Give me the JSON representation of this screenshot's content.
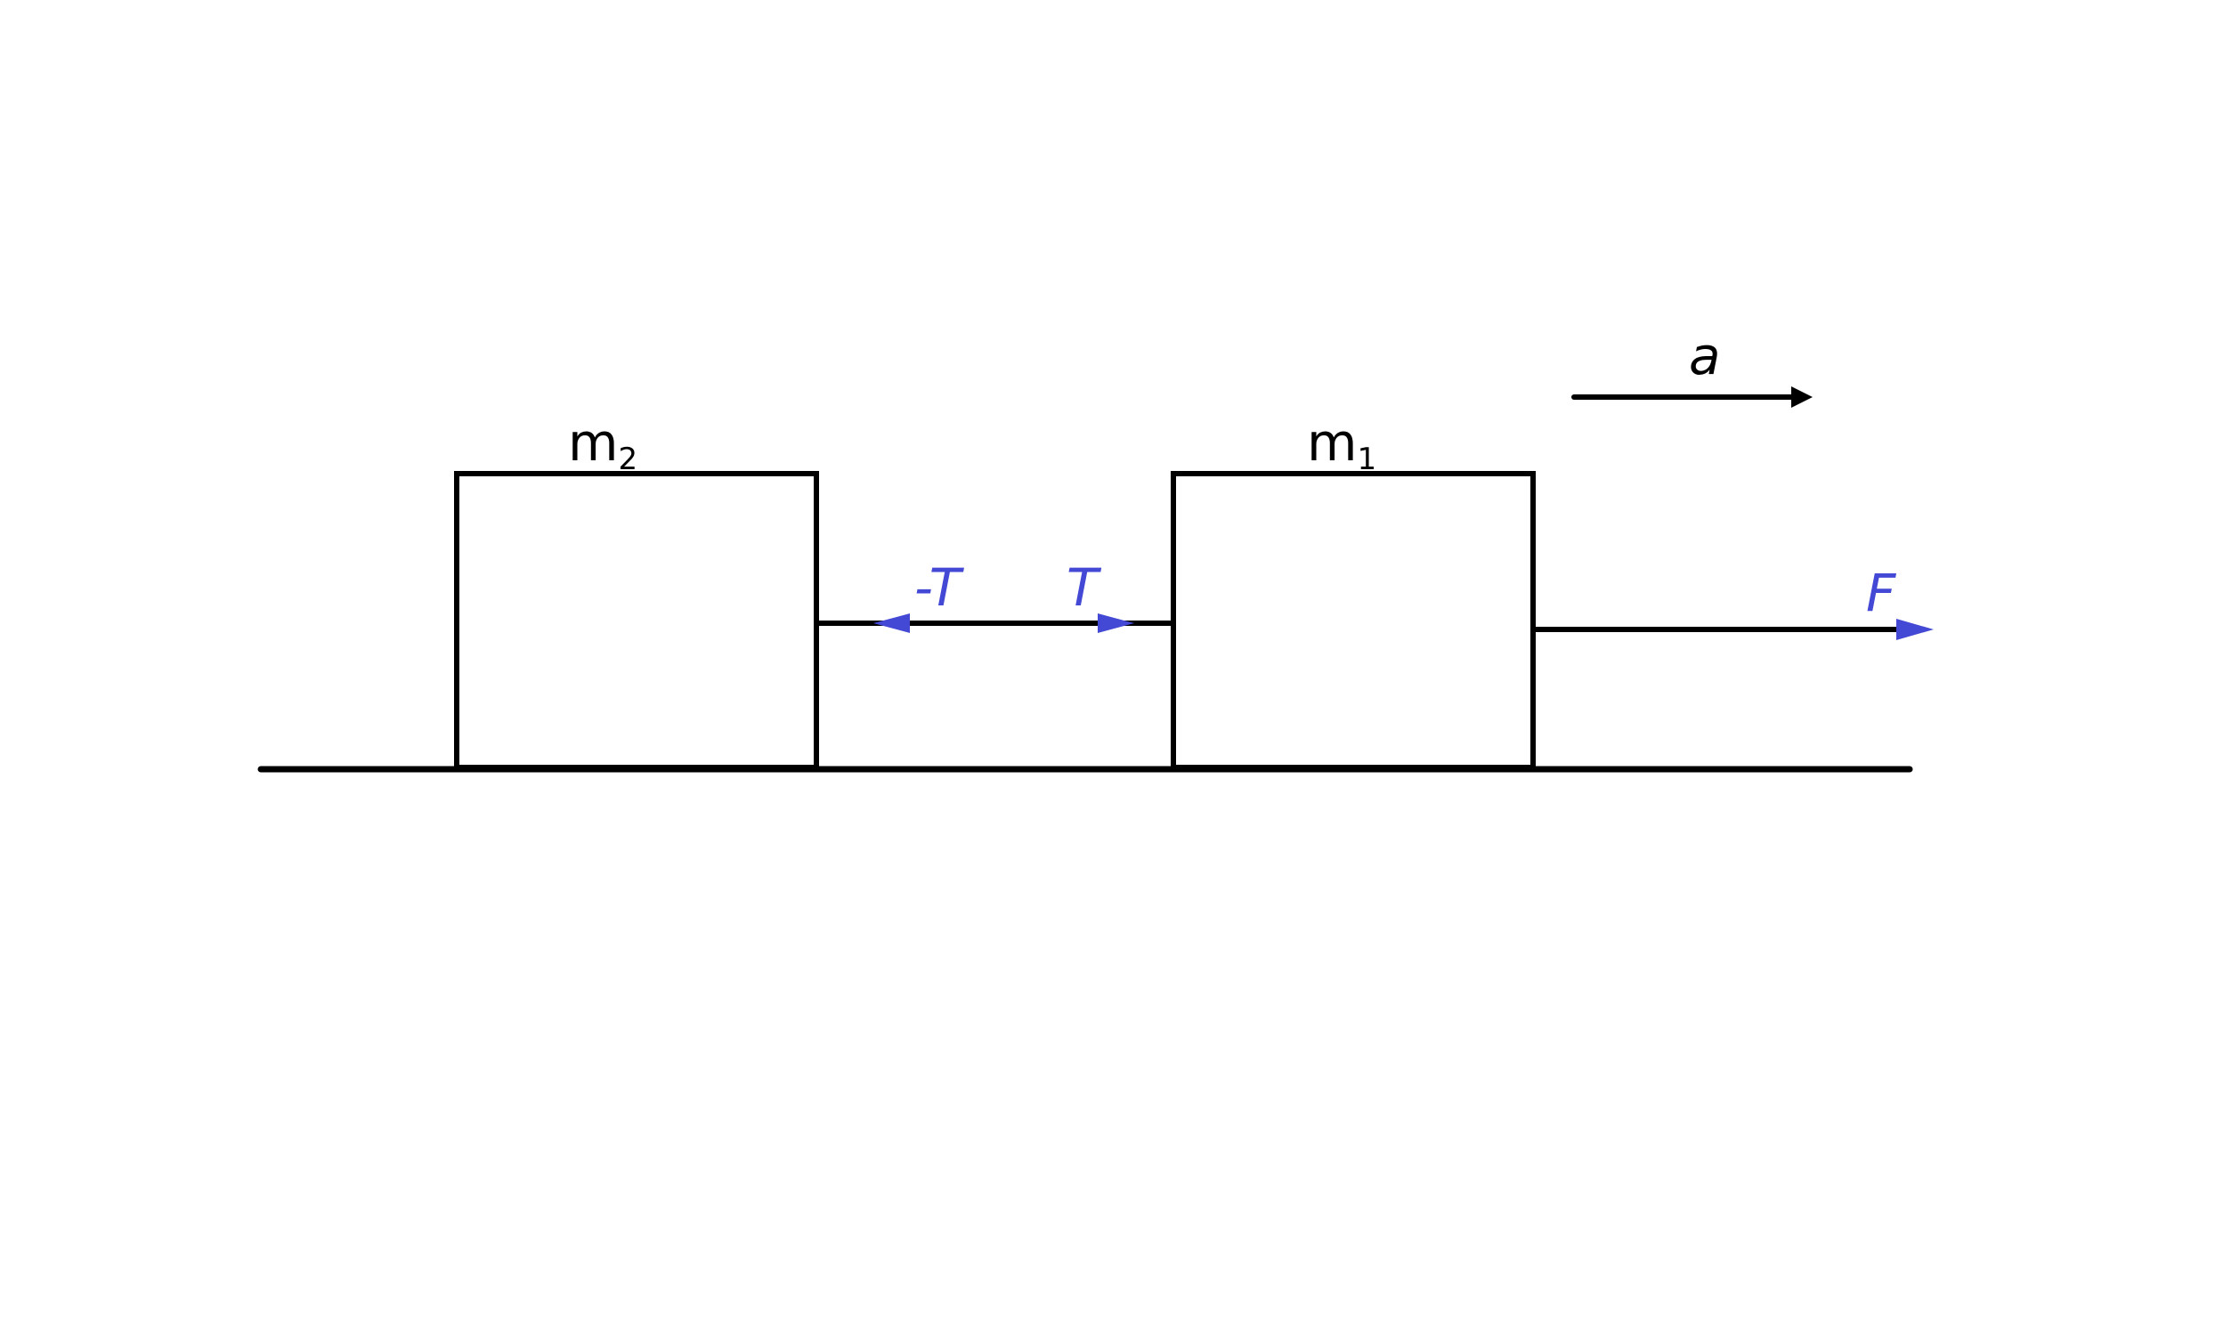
{
  "diagram": {
    "mass_left": {
      "label": "m",
      "subscript": "2"
    },
    "mass_right": {
      "label": "m",
      "subscript": "1"
    },
    "acceleration_label": "a",
    "tension_left_label": "-T",
    "tension_right_label": "T",
    "force_label": "F"
  },
  "colors": {
    "force": "#4349d4",
    "lines": "#000000"
  }
}
